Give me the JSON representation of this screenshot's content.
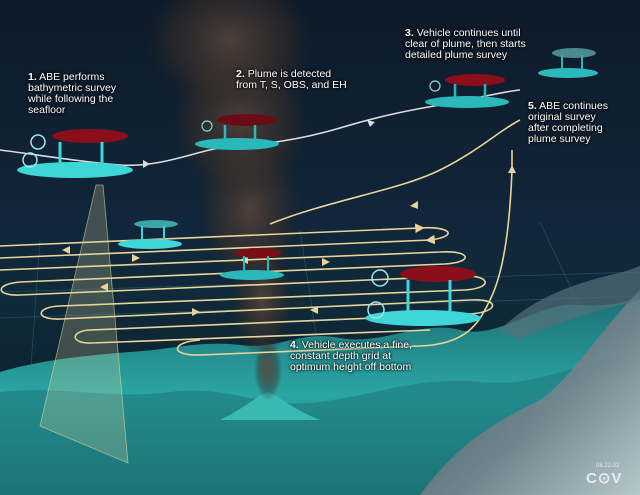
{
  "annotations": [
    {
      "number": "1.",
      "lines": [
        "ABE performs",
        "bathymetric survey",
        "while following the",
        "seafloor"
      ]
    },
    {
      "number": "2.",
      "lines": [
        "Plume is detected",
        "from T, S, OBS, and EH"
      ]
    },
    {
      "number": "3.",
      "lines": [
        "Vehicle continues until",
        "clear of plume, then starts",
        "detailed plume survey"
      ]
    },
    {
      "number": "4.",
      "lines": [
        "Vehicle executes a fine,",
        "constant depth grid at",
        "optimum height off bottom"
      ]
    },
    {
      "number": "5.",
      "lines": [
        "ABE continues",
        "original survey",
        "after completing",
        "plume survey"
      ]
    }
  ],
  "stamp": {
    "date": "08.22.02",
    "logo": "C⊙V"
  },
  "colors": {
    "track": "#e8d49a",
    "vehicle_hull": "#3fd6d8",
    "vehicle_pods": "#8a0f1a",
    "seafloor": "#2aa6a4",
    "plume": "#4a3a30",
    "sonar_beam": "#f2e3a4"
  }
}
